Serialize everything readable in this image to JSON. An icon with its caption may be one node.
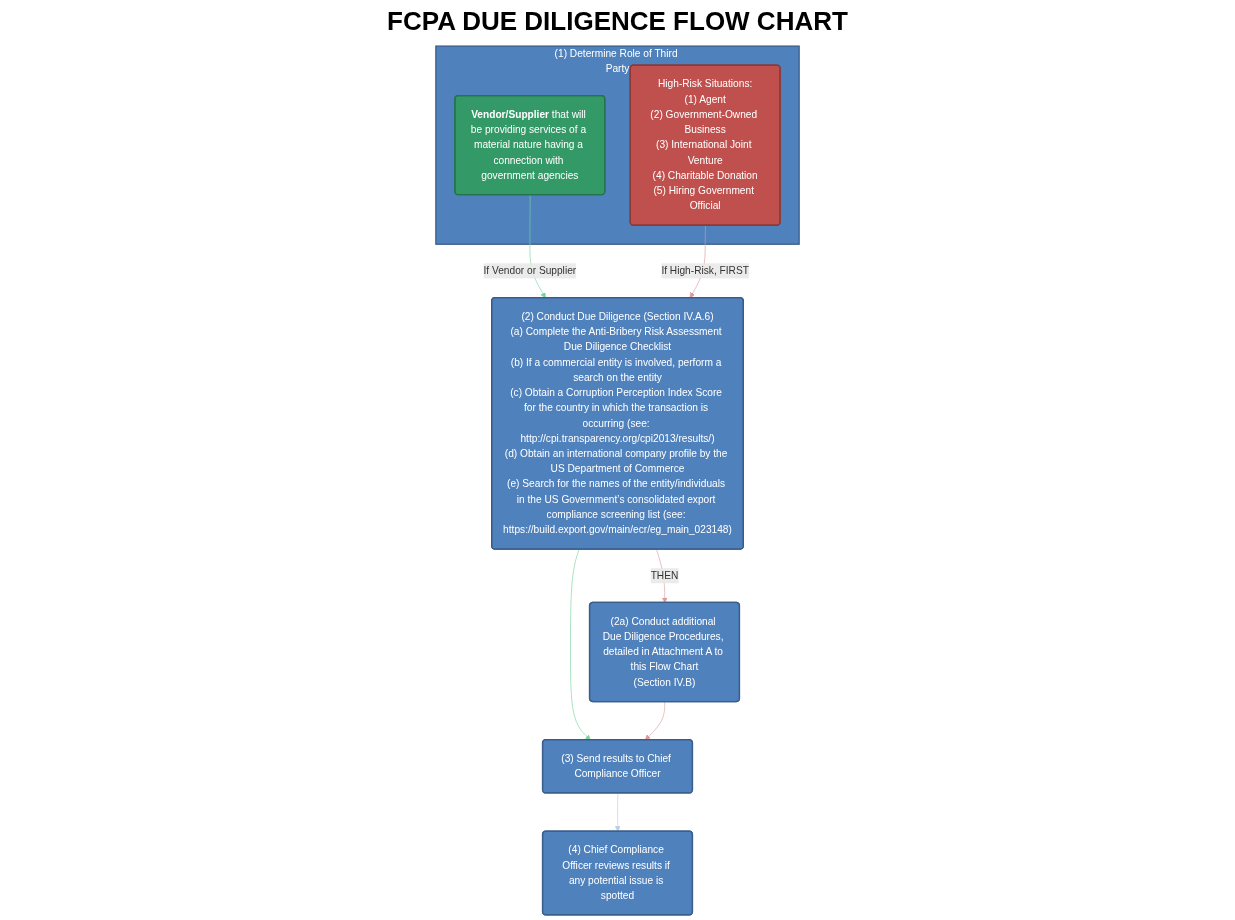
{
  "diagram": {
    "title": "FCPA DUE DILIGENCE FLOW CHART",
    "nodes": [
      {
        "text": [
          "(1) Determine Role of Third Party"
        ]
      },
      {
        "text": [
          "**Vendor/Supplier** that will be providing services of a material nature having a connection with government agencies"
        ],
        "in": 0
      },
      {
        "text": [
          "High-Risk Situations:",
          "(1) Agent",
          "(2) Government-Owned Business",
          "(3) International Joint Venture",
          "(4) Charitable Donation",
          "(5) Hiring Government Official"
        ],
        "in": 0
      },
      {
        "text": [
          "(2) Conduct Due Diligence (Section IV.A.6)",
          "(a) Complete the Anti-Bribery Risk Assessment Due Diligence Checklist",
          "(b) If a commercial entity is involved, perform a search on the entity",
          "(c) Obtain a Corruption Perception Index Score for the country in which the transaction is occurring (see: http://cpi.transparency.org/cpi2013/results/)",
          "(d) Obtain an international company profile by the US Department of Commerce",
          "(e) Search for the names of the entity/individuals in the US Government’s consolidated export compliance screening list (see: https://build.export.gov/main/ecr/eg_main_023148)"
        ]
      },
      {
        "text": [
          "(2a) Conduct additional Due Diligence Procedures, detailed in Attachment A to this Flow Chart",
          "(Section IV.B)"
        ]
      },
      {
        "text": [
          "(3) Send results to Chief Compliance Officer"
        ]
      },
      {
        "text": [
          "(4) Chief Compliance Officer reviews results if any potential issue is spotted"
        ]
      }
    ],
    "edges": [
      {
        "from": 1,
        "to": 3,
        "arrow": "to",
        "label": "If Vendor or Supplier",
        "color": "#77d4a0"
      },
      {
        "from": 2,
        "to": 3,
        "arrow": "to",
        "label": "If High-Risk, FIRST",
        "color": "#dd9999"
      },
      {
        "from": 3,
        "to": 4,
        "arrow": "to",
        "label": "THEN",
        "color": "#dd9999"
      },
      {
        "from": 3,
        "to": 5,
        "arrow": "to",
        "color": "#77d4a0"
      },
      {
        "from": 4,
        "to": 5,
        "arrow": "to",
        "color": "#dd9999"
      },
      {
        "from": 5,
        "to": 6,
        "arrow": "to",
        "color": "#b8cce4"
      }
    ]
  }
}
